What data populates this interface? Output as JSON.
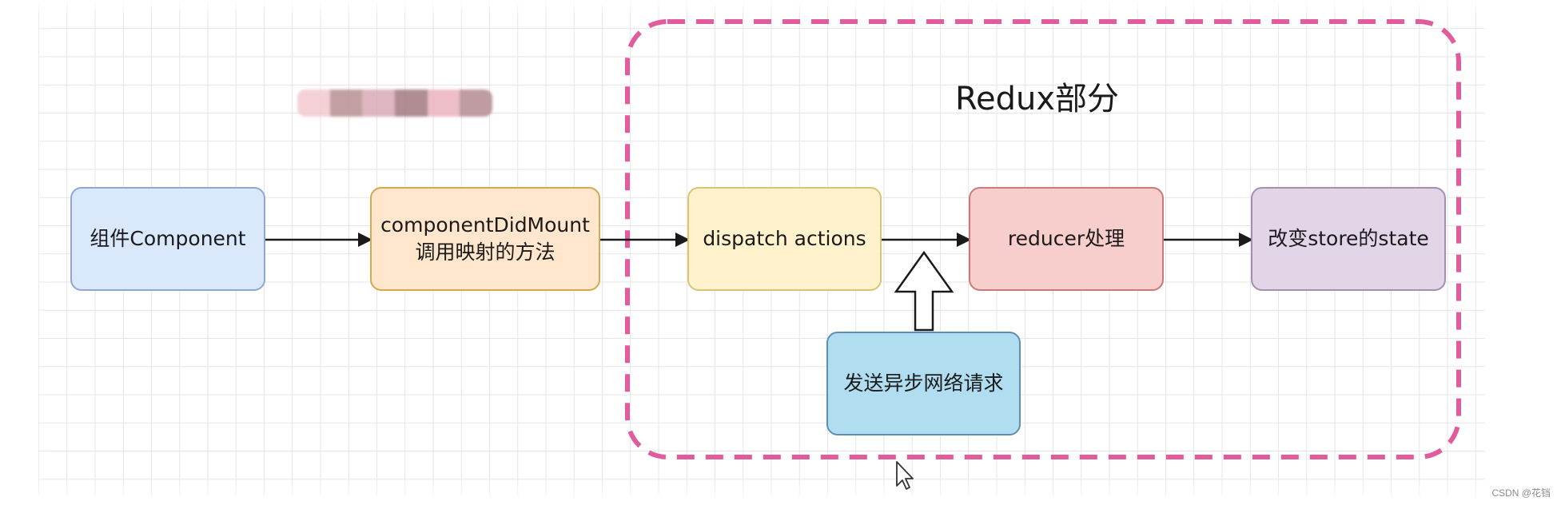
{
  "diagram": {
    "region_label": "Redux部分",
    "nodes": {
      "component": "组件Component",
      "did_mount": "componentDidMount\n调用映射的方法",
      "dispatch": "dispatch actions",
      "reducer": "reducer处理",
      "state": "改变store的state",
      "async_request": "发送异步网络请求"
    },
    "edges": [
      {
        "from": "组件Component",
        "to": "componentDidMount\n调用映射的方法"
      },
      {
        "from": "componentDidMount\n调用映射的方法",
        "to": "dispatch actions"
      },
      {
        "from": "dispatch actions",
        "to": "reducer处理"
      },
      {
        "from": "reducer处理",
        "to": "改变store的state"
      },
      {
        "from": "发送异步网络请求",
        "to": "dispatch actions → reducer处理",
        "style": "hollow-up-arrow"
      }
    ]
  },
  "colors": {
    "region_border": "#e05c9c",
    "component_fill": "#dae8fc",
    "did_mount_fill": "#ffe6cc",
    "dispatch_fill": "#fff2cc",
    "reducer_fill": "#f8cecc",
    "state_fill": "#e1d5e7",
    "async_fill": "#b1ddf0"
  },
  "redaction_colors": [
    "#f3c9cf",
    "#b88f93",
    "#d9aab4",
    "#a27a80",
    "#ebb3bf",
    "#b58a92"
  ],
  "watermark": "CSDN @花铛"
}
